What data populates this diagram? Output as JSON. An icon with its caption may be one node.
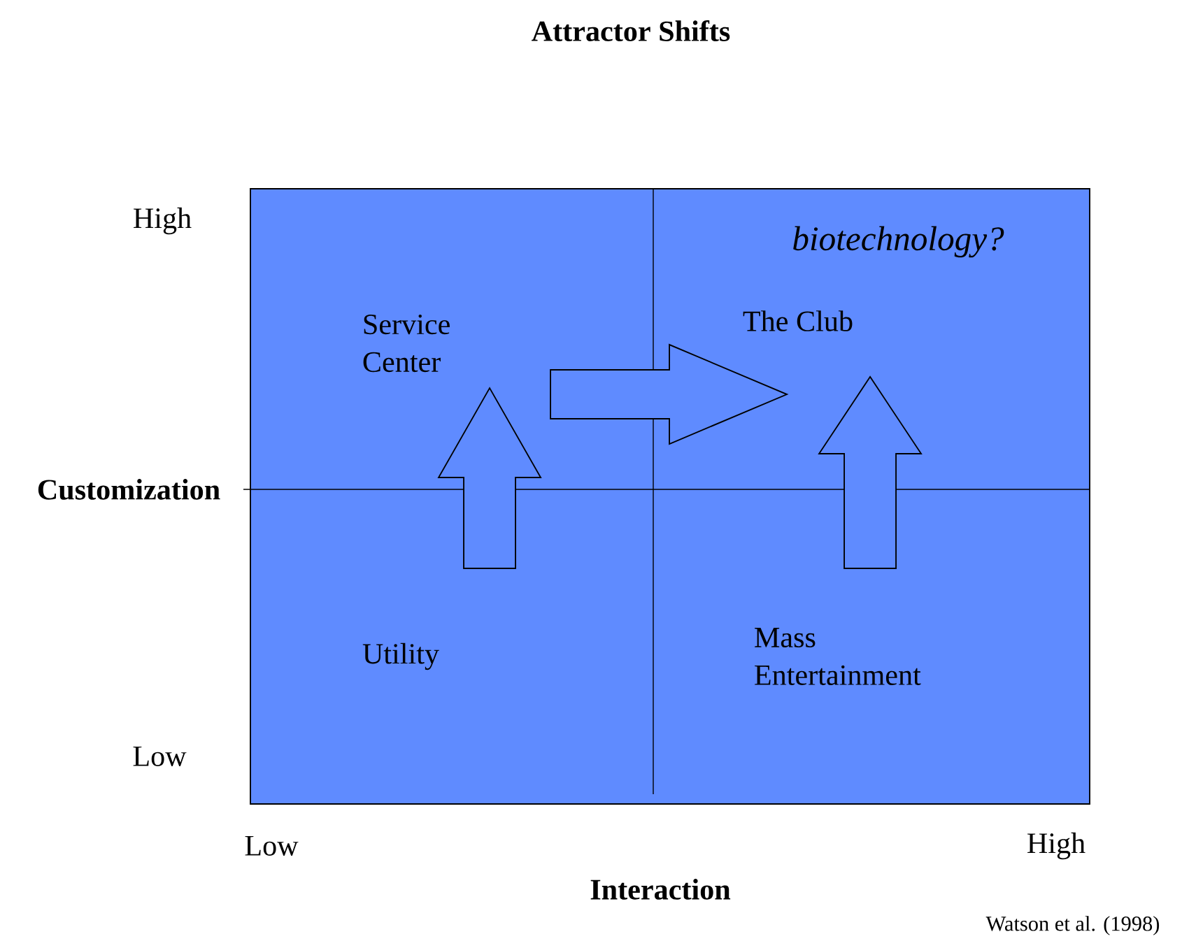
{
  "diagram": {
    "title": "Attractor Shifts",
    "nodes": [
      {
        "text": [],
        "shape": "box"
      },
      {
        "text": [
          "Service Center"
        ],
        "in": 0
      },
      {
        "text": [
          "The Club"
        ],
        "in": 0
      },
      {
        "text": [
          "Utility"
        ],
        "in": 0
      },
      {
        "text": [
          "Mass Entertainment"
        ],
        "in": 0
      }
    ],
    "edges": [
      {
        "from": 3,
        "to": 1,
        "arrow": "to"
      },
      {
        "from": 1,
        "to": 2,
        "arrow": "to"
      },
      {
        "from": 4,
        "to": 2,
        "arrow": "to"
      }
    ],
    "labels": [
      "High",
      "biotechnology?",
      "Customization",
      "Low",
      "Low",
      "High",
      "Interaction",
      "Watson et al. (1998)"
    ]
  }
}
